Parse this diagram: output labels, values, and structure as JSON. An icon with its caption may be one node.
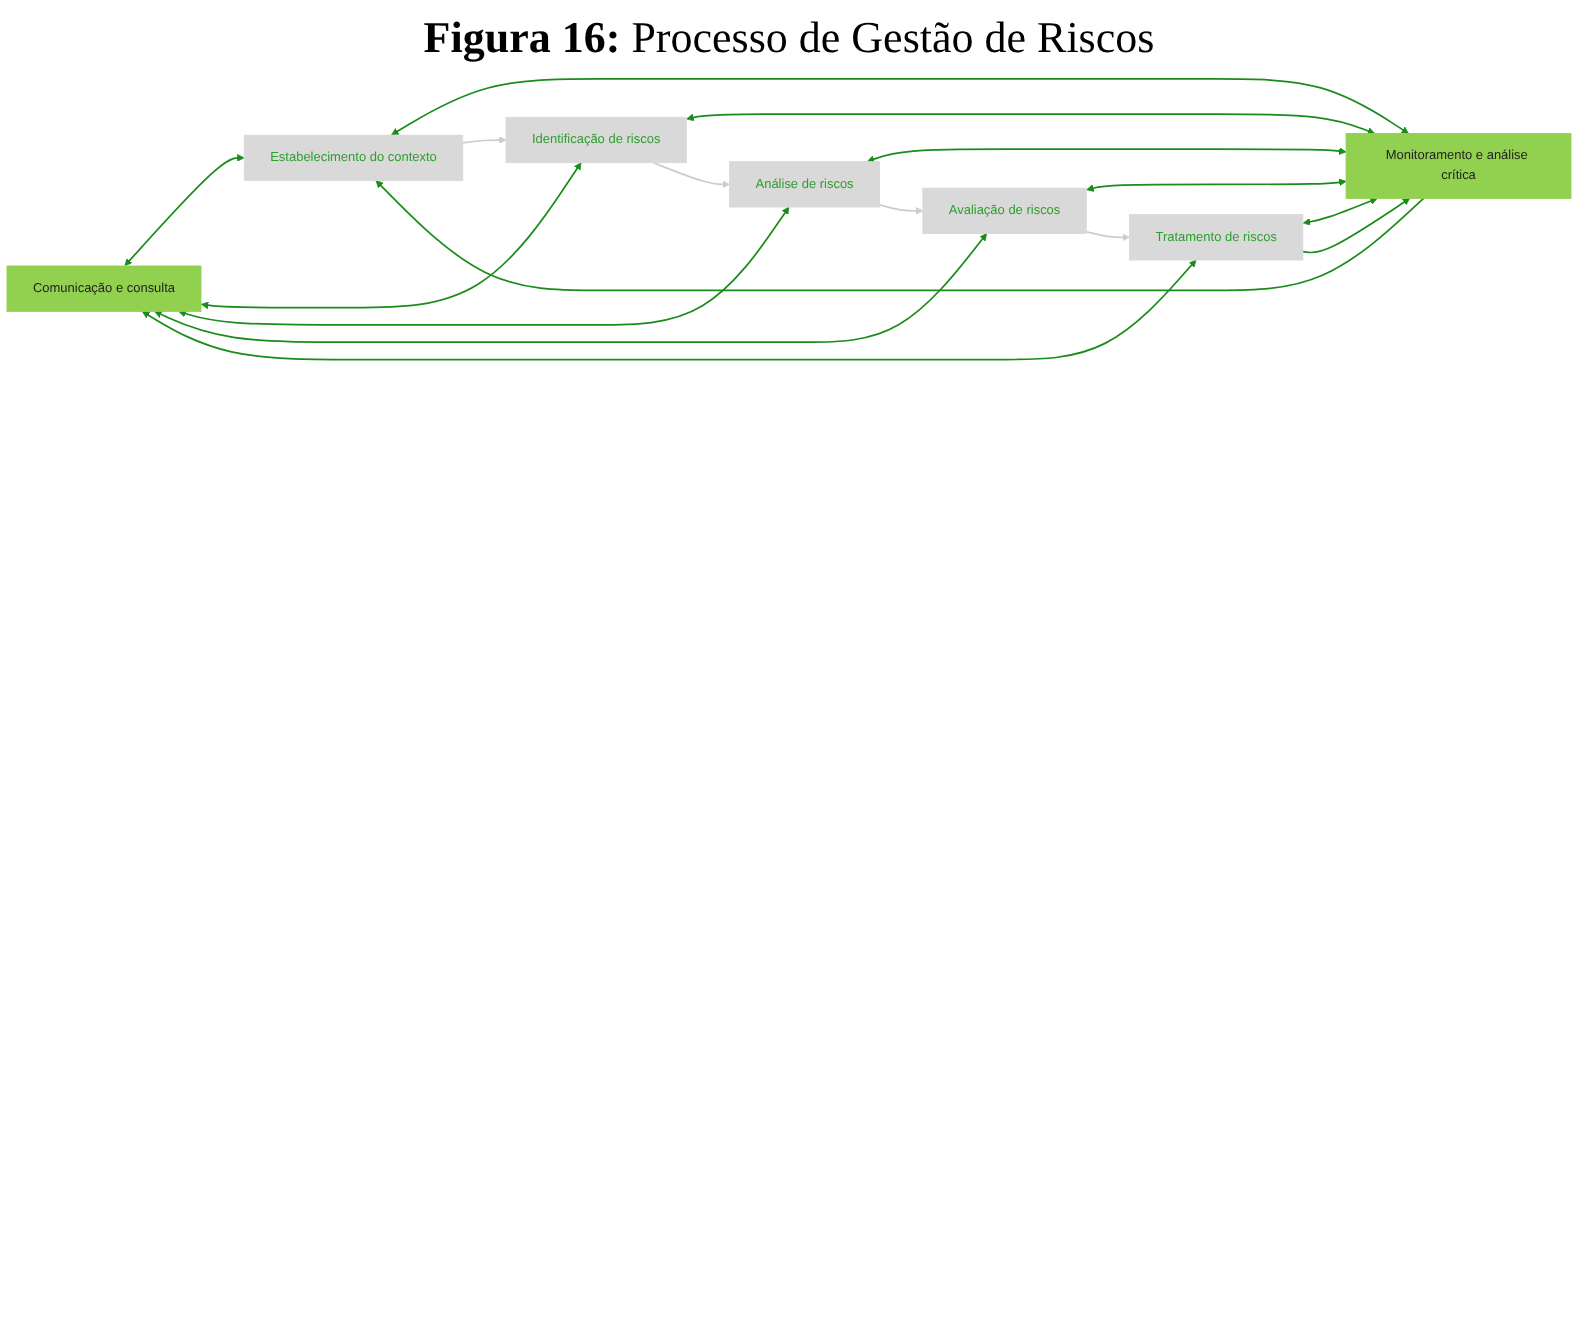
{
  "diagram": {
    "title": "**Figura 16:** Processo de Gestão de Riscos",
    "nodes": [
      {
        "text": [
          "Comunicação e consulta"
        ]
      },
      {
        "text": [
          "Estabelecimento do contexto"
        ]
      },
      {
        "text": [
          "Identificação de riscos"
        ]
      },
      {
        "text": [
          "Análise de riscos"
        ]
      },
      {
        "text": [
          "Avaliação  de riscos"
        ]
      },
      {
        "text": [
          "Tratamento de riscos"
        ]
      },
      {
        "text": [
          "Monitoramento e análise crítica"
        ]
      }
    ],
    "edges": [
      {
        "from": 0,
        "to": 1,
        "arrow": "both"
      },
      {
        "from": 0,
        "to": 2,
        "arrow": "both"
      },
      {
        "from": 0,
        "to": 3,
        "arrow": "both"
      },
      {
        "from": 0,
        "to": 4,
        "arrow": "both"
      },
      {
        "from": 0,
        "to": 5,
        "arrow": "both"
      },
      {
        "from": 1,
        "to": 6,
        "arrow": "both"
      },
      {
        "from": 2,
        "to": 6,
        "arrow": "both"
      },
      {
        "from": 3,
        "to": 6,
        "arrow": "both"
      },
      {
        "from": 4,
        "to": 6,
        "arrow": "both"
      },
      {
        "from": 5,
        "to": 6,
        "arrow": "both"
      },
      {
        "from": 1,
        "to": 2,
        "arrow": "to",
        "color": "#cccccc"
      },
      {
        "from": 2,
        "to": 3,
        "arrow": "to",
        "color": "#cccccc"
      },
      {
        "from": 3,
        "to": 4,
        "arrow": "to",
        "color": "#cccccc"
      },
      {
        "from": 4,
        "to": 5,
        "arrow": "to",
        "color": "#cccccc"
      },
      {
        "from": 6,
        "to": 1,
        "arrow": "to"
      },
      {
        "from": 5,
        "to": 6,
        "arrow": "to"
      }
    ]
  }
}
